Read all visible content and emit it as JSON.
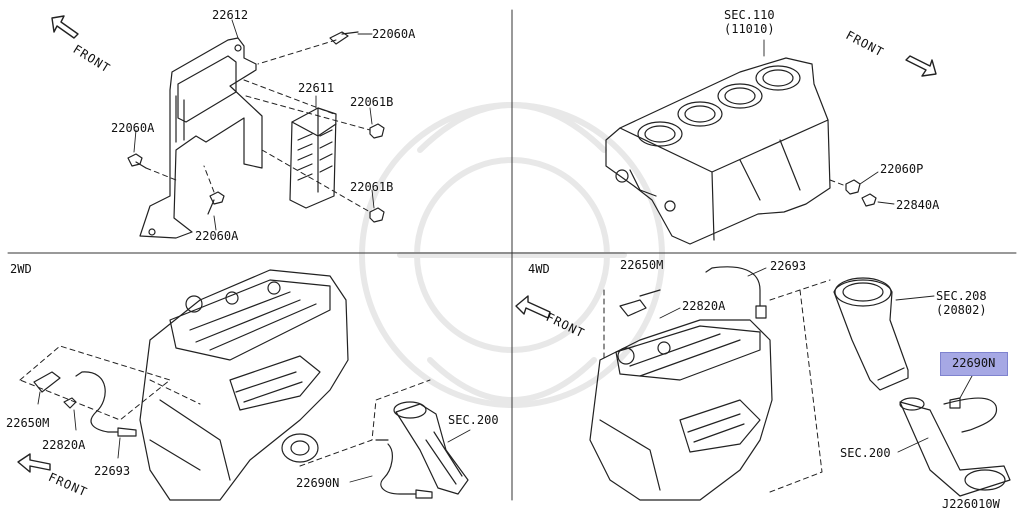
{
  "highlight_color": "#a6a8e4",
  "panels": {
    "top_left": {
      "front": "FRONT",
      "labels": [
        "22612",
        "22060A",
        "22611",
        "22061B",
        "22060A",
        "22061B",
        "22060A"
      ]
    },
    "top_right": {
      "sec_title": "SEC.110",
      "sec_sub": "(11010)",
      "front": "FRONT",
      "labels": [
        "22060P",
        "22840A"
      ]
    },
    "bottom_left": {
      "variant": "2WD",
      "front": "FRONT",
      "labels": [
        "22650M",
        "22820A",
        "22693",
        "22690N",
        "SEC.200"
      ]
    },
    "bottom_right": {
      "variant": "4WD",
      "front": "FRONT",
      "labels": [
        "22650M",
        "22693",
        "22820A",
        "SEC.208",
        "(20802)",
        "SEC.200"
      ],
      "highlighted_label": "22690N"
    }
  },
  "diagram_id": "J226010W"
}
